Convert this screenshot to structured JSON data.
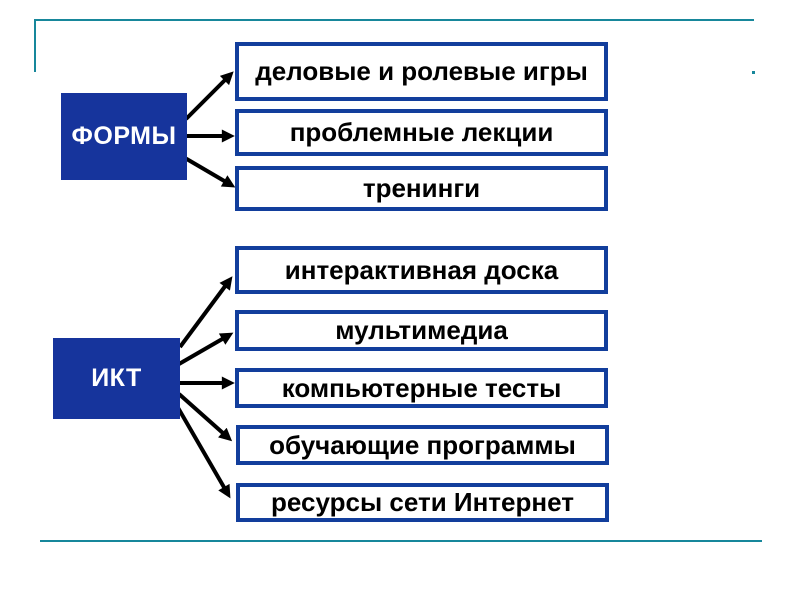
{
  "colors": {
    "background": "#ffffff",
    "accent-teal": "#17879b",
    "node-fill": "#16349c",
    "node-text": "#ffffff",
    "box-border": "#123e9c",
    "box-fill": "#ffffff",
    "box-text": "#000000",
    "arrow": "#000000"
  },
  "diagram": {
    "forms": {
      "label": "ФОРМЫ",
      "items": [
        {
          "label": "деловые и ролевые игры"
        },
        {
          "label": "проблемные лекции"
        },
        {
          "label": "тренинги"
        }
      ]
    },
    "ikt": {
      "label": "ИКТ",
      "items": [
        {
          "label": "интерактивная доска"
        },
        {
          "label": "мультимедиа"
        },
        {
          "label": "компьютерные тесты"
        },
        {
          "label": "обучающие программы"
        },
        {
          "label": "ресурсы сети Интернет"
        }
      ]
    }
  }
}
